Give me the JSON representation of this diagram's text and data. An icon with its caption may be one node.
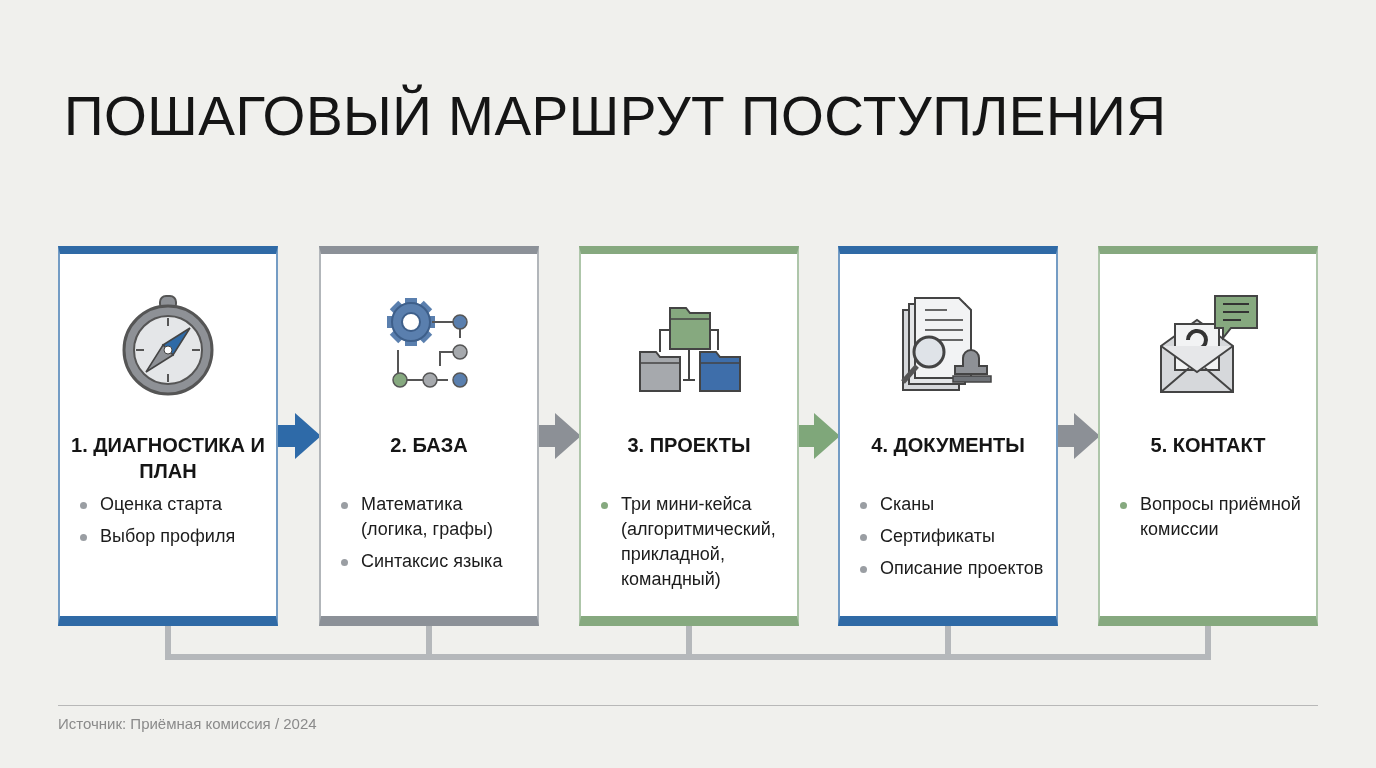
{
  "diagram": {
    "title": "ПОШАГОВЫЙ МАРШРУТ ПОСТУПЛЕНИЯ",
    "nodes": [
      {
        "text": [
          "1. ДИАГНОСТИКА И ПЛАН",
          "Оценка старта",
          "Выбор профиля"
        ]
      },
      {
        "text": [
          "2. БАЗА",
          "Математика (логика, графы)",
          "Синтаксис языка"
        ]
      },
      {
        "text": [
          "3. ПРОЕКТЫ",
          "Три мини-кейса (алгоритмический, прикладной, командный)"
        ]
      },
      {
        "text": [
          "4. ДОКУМЕНТЫ",
          "Сканы",
          "Сертификаты",
          "Описание проектов"
        ]
      },
      {
        "text": [
          "5. КОНТАКТ",
          "Вопросы приёмной комиссии"
        ]
      }
    ],
    "edges": [
      {
        "from": 0,
        "to": 1,
        "arrow": "to",
        "style": "thick",
        "color": "#2e6aa8"
      },
      {
        "from": 1,
        "to": 2,
        "arrow": "to",
        "style": "thick",
        "color": "#8c9096"
      },
      {
        "from": 2,
        "to": 3,
        "arrow": "to",
        "style": "thick",
        "color": "#7fa77a"
      },
      {
        "from": 3,
        "to": 4,
        "arrow": "to",
        "style": "thick",
        "color": "#8c9096"
      },
      {
        "from": 0,
        "to": 1,
        "arrow": "none",
        "color": "#b5b8bb"
      },
      {
        "from": 1,
        "to": 2,
        "arrow": "none",
        "color": "#b5b8bb"
      },
      {
        "from": 2,
        "to": 3,
        "arrow": "none",
        "color": "#b5b8bb"
      },
      {
        "from": 3,
        "to": 4,
        "arrow": "none",
        "color": "#b5b8bb"
      }
    ],
    "labels": [
      "Источник: Приёмная комиссия / 2024"
    ]
  }
}
